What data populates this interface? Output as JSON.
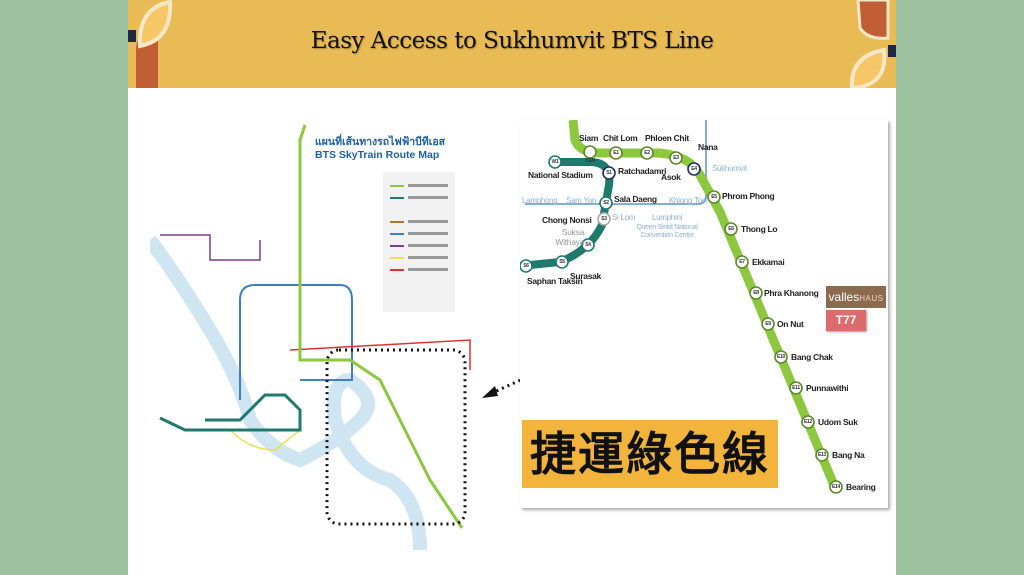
{
  "slide": {
    "title": "Easy Access to Sukhumvit BTS Line",
    "highlight_text": "捷運綠色線",
    "colors": {
      "background": "#9dc09e",
      "header": "#e9bb55",
      "sukhumvit_line": "#8dc63f",
      "silom_line": "#1f7a6e",
      "mrt_line": "#3d7fc1",
      "highlight_box": "#f3b43c"
    }
  },
  "overview_map": {
    "title_thai": "แผนที่เส้นทางรถไฟฟ้าบีทีเอส",
    "title_en": "BTS SkyTrain Route Map"
  },
  "detail_map": {
    "sukhumvit_stations": [
      {
        "code": "",
        "name": "Siam"
      },
      {
        "code": "E1",
        "name": "Chit Lom"
      },
      {
        "code": "E2",
        "name": "Phloen Chit"
      },
      {
        "code": "E3",
        "name": "Nana"
      },
      {
        "code": "E4",
        "name": "Asok"
      },
      {
        "code": "E5",
        "name": "Phrom Phong"
      },
      {
        "code": "E6",
        "name": "Thong Lo"
      },
      {
        "code": "E7",
        "name": "Ekkamai"
      },
      {
        "code": "E8",
        "name": "Phra Khanong"
      },
      {
        "code": "E9",
        "name": "On Nut"
      },
      {
        "code": "E10",
        "name": "Bang Chak"
      },
      {
        "code": "E11",
        "name": "Punnawithi"
      },
      {
        "code": "E12",
        "name": "Udom Suk"
      },
      {
        "code": "E13",
        "name": "Bang Na"
      },
      {
        "code": "E14",
        "name": "Bearing"
      }
    ],
    "silom_stations": [
      {
        "code": "W1",
        "name": "National Stadium"
      },
      {
        "code": "S1",
        "name": "Ratchadamri"
      },
      {
        "code": "S2",
        "name": "Sala Daeng"
      },
      {
        "code": "S3",
        "name": "Chong Nonsi"
      },
      {
        "code": "S4",
        "name": "Suksa Withaya"
      },
      {
        "code": "S5",
        "name": "Surasak"
      },
      {
        "code": "S6",
        "name": "Saphan Taksin"
      }
    ],
    "cen_label": "CEN",
    "mrt_stations": [
      "Lamphong",
      "Sam Yan",
      "Si Lom",
      "Lumphini",
      "Khlong Toei",
      "Sukhumvit"
    ],
    "landmark": "Queen Sirikit National Convention Centre"
  },
  "logos": {
    "valles_1": "valles",
    "valles_2": "HAUS",
    "t77": "T77"
  }
}
